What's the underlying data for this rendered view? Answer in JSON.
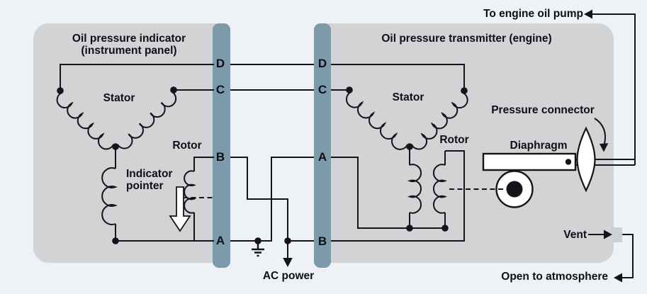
{
  "colors": {
    "background": "#eef2f7",
    "panel_box": "#d2d3d5",
    "terminal_strip": "#7c9aaa",
    "vent_tab": "#ccd1d7",
    "line": "#14141a",
    "shape_fill": "#ffffff"
  },
  "left_panel": {
    "title_line1": "Oil pressure indicator",
    "title_line2": "(instrument panel)",
    "stator_label": "Stator",
    "rotor_label": "Rotor",
    "pointer_label_line1": "Indicator",
    "pointer_label_line2": "pointer",
    "terminals": [
      "D",
      "C",
      "B",
      "A"
    ]
  },
  "right_panel": {
    "title": "Oil pressure transmitter (engine)",
    "stator_label": "Stator",
    "rotor_label": "Rotor",
    "pressure_connector_label": "Pressure connector",
    "diaphragm_label": "Diaphragm",
    "terminals": [
      "D",
      "C",
      "A",
      "B"
    ]
  },
  "annotations": {
    "to_engine_oil_pump": "To engine oil pump",
    "ac_power": "AC power",
    "vent": "Vent",
    "open_to_atmosphere": "Open to atmosphere"
  },
  "icons": {
    "indicator_pointer": "down-arrow",
    "ac_power_feed": "down-arrow",
    "ground": "earth-ground-symbol",
    "to_engine_oil_pump": "left-arrow",
    "vent": "right-arrow",
    "open_to_atmosphere": "left-arrow"
  }
}
